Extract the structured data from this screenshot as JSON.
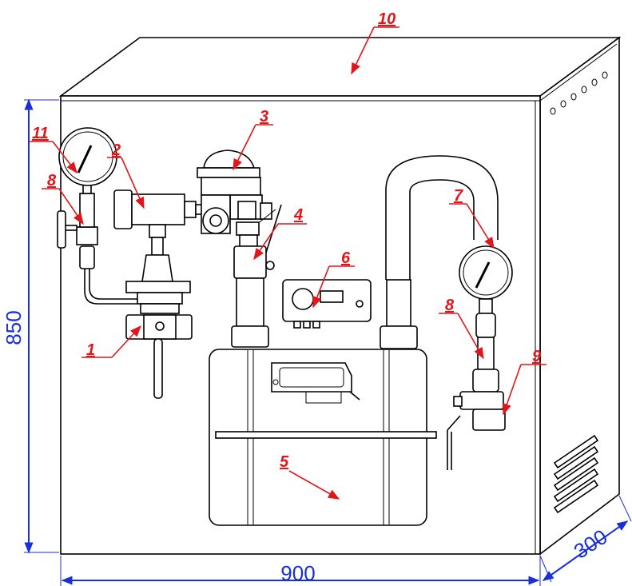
{
  "dimensions": {
    "height": "850",
    "width": "900",
    "depth": "300",
    "color": "#1a2fd6"
  },
  "callouts": {
    "color": "#e0161b",
    "items": [
      "1",
      "2",
      "3",
      "4",
      "5",
      "6",
      "7",
      "8",
      "8",
      "9",
      "10",
      "11"
    ]
  }
}
